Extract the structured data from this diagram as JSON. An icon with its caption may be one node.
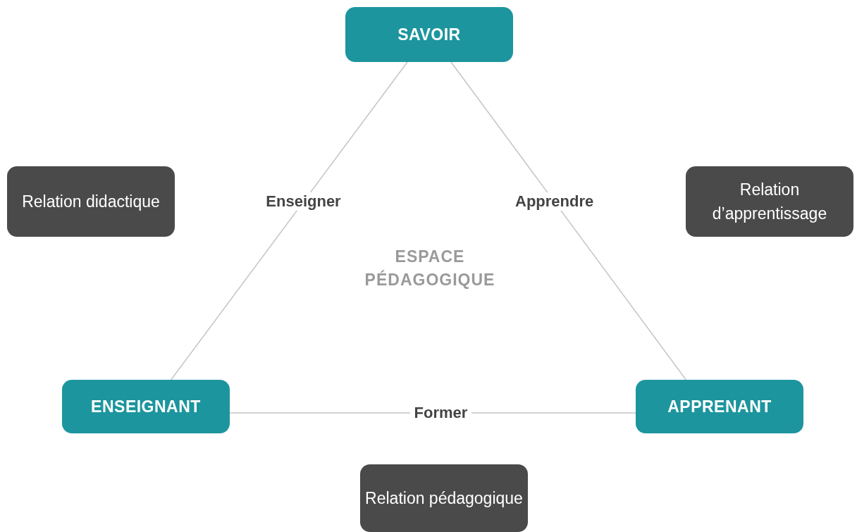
{
  "diagram": {
    "nodes": [
      {
        "text": [
          "SAVOIR"
        ]
      },
      {
        "text": [
          "Relation didactique"
        ]
      },
      {
        "text": [
          "Relation d’apprentissage"
        ]
      },
      {
        "text": [
          "ENSEIGNANT"
        ]
      },
      {
        "text": [
          "APPRENANT"
        ]
      },
      {
        "text": [
          "Relation pédagogique"
        ]
      }
    ],
    "edges": [
      {
        "from": 0,
        "to": 3,
        "arrow": "none",
        "label": "Enseigner"
      },
      {
        "from": 0,
        "to": 4,
        "arrow": "none",
        "label": "Apprendre"
      },
      {
        "from": 3,
        "to": 4,
        "arrow": "none",
        "label": "Former"
      }
    ],
    "labels": [
      "ESPACE PÉDAGOGIQUE"
    ]
  }
}
